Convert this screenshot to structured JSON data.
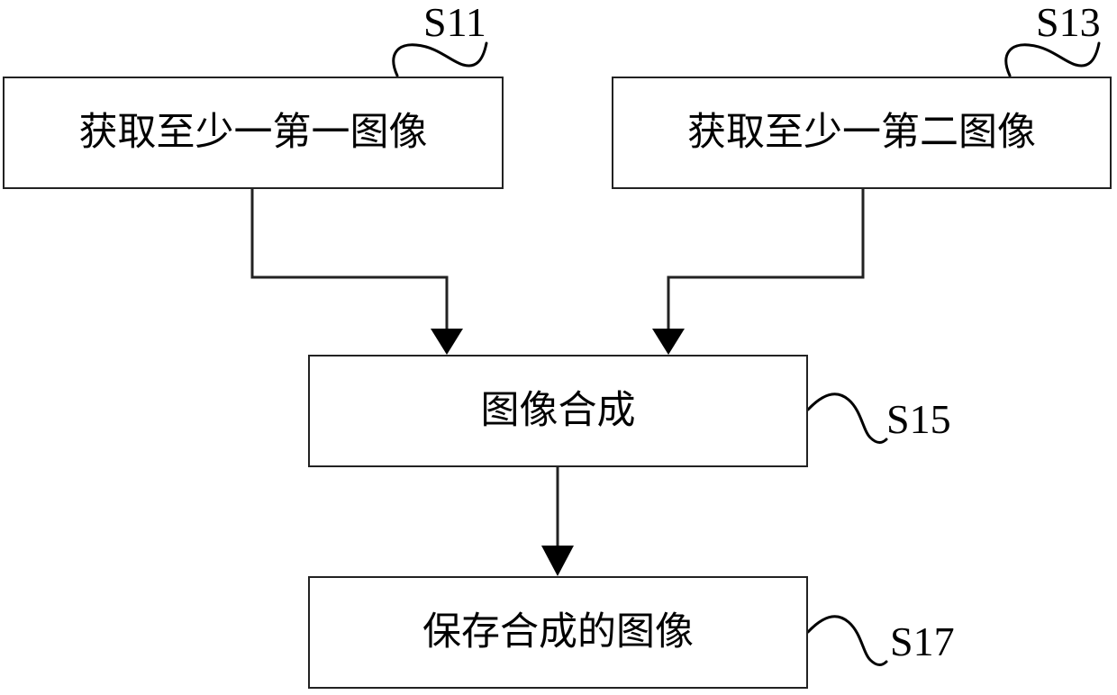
{
  "diagram": {
    "type": "flowchart",
    "title": "",
    "background_color": "#ffffff",
    "line_color": "#222222",
    "text_color": "#000000",
    "nodes": [
      {
        "id": "S11",
        "label": "获取至少一第一图像",
        "step_tag": "S11",
        "shape": "rectangle"
      },
      {
        "id": "S13",
        "label": "获取至少一第二图像",
        "step_tag": "S13",
        "shape": "rectangle"
      },
      {
        "id": "S15",
        "label": "图像合成",
        "step_tag": "S15",
        "shape": "rectangle"
      },
      {
        "id": "S17",
        "label": "保存合成的图像",
        "step_tag": "S17",
        "shape": "rectangle"
      }
    ],
    "edges": [
      {
        "from": "S11",
        "to": "S15",
        "style": "orthogonal-arrow"
      },
      {
        "from": "S13",
        "to": "S15",
        "style": "orthogonal-arrow"
      },
      {
        "from": "S15",
        "to": "S17",
        "style": "straight-arrow"
      }
    ]
  }
}
